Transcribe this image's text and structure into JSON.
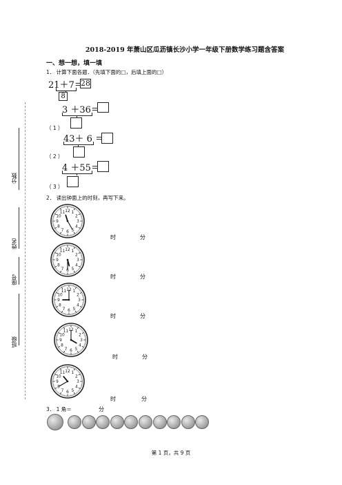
{
  "title": "2018-2019 年萧山区瓜沥镇长沙小学一年级下册数学练习题含答案",
  "section1": "一、想一想，填一填",
  "q1": {
    "prompt": "1． 计算下面各题．（先填下面的□，后填上面的□）",
    "example": {
      "a": "21",
      "op": "＋",
      "b": "7",
      "eq": "＝",
      "result": "28",
      "sub": "8"
    },
    "items": [
      {
        "label": "（ 1 ）",
        "expr": "3 ＋36＝"
      },
      {
        "label": "（ 2 ）",
        "expr": "43＋ 6 ＝"
      },
      {
        "label": "（ 3 ）",
        "expr": "4 ＋55＝"
      }
    ]
  },
  "q2": {
    "prompt": "2． 读出钟面上的时刻，再写下来。",
    "hour_unit": "时",
    "minute_unit": "分",
    "clocks": [
      {
        "hour": 11,
        "minute": 25
      },
      {
        "hour": 5,
        "minute": 30
      },
      {
        "hour": 9,
        "minute": 0
      },
      {
        "hour": 4,
        "minute": 0
      },
      {
        "hour": 10,
        "minute": 40
      }
    ]
  },
  "q3": {
    "prompt": "3． 1 角＝",
    "unit": "分",
    "coin_count": 11
  },
  "sidebar": {
    "score": "分数",
    "name": "姓名",
    "seat": "座号",
    "class": "班级"
  },
  "footer": "第 1 页，共 9 页"
}
